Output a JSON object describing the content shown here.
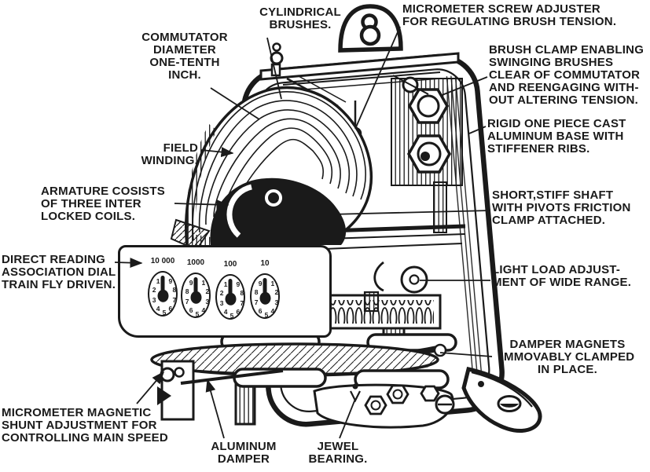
{
  "figure": {
    "ink": "#1a1a1a",
    "paper": "#ffffff",
    "subject": "watt-hour meter mechanism cutaway"
  },
  "labels": {
    "cylindrical_brushes": "CYLINDRICAL\nBRUSHES.",
    "micrometer_screw": "MICROMETER SCREW ADJUSTER\nFOR REGULATING BRUSH TENSION.",
    "commutator": "COMMUTATOR\nDIAMETER\nONE-TENTH\nINCH.",
    "brush_clamp": "BRUSH CLAMP ENABLING\nSWINGING BRUSHES\nCLEAR OF COMMUTATOR\nAND REENGAGING WITH-\nOUT ALTERING TENSION.",
    "rigid_base": "RIGID ONE PIECE CAST\nALUMINUM BASE WITH\nSTIFFENER RIBS.",
    "field_winding": "FIELD\nWINDING.",
    "armature": "ARMATURE COSISTS\nOF THREE INTER\nLOCKED COILS.",
    "short_shaft": "SHORT,STIFF SHAFT\nWITH PIVOTS FRICTION\nCLAMP ATTACHED.",
    "direct_reading": "DIRECT READING\nASSOCIATION DIAL\nTRAIN FLY DRIVEN.",
    "light_load": "LIGHT LOAD ADJUST-\nMENT OF WIDE RANGE.",
    "damper_magnets": "DAMPER MAGNETS\nIMMOVABLY CLAMPED\nIN PLACE.",
    "micrometer_magnetic": "MICROMETER MAGNETIC\nSHUNT ADJUSTMENT FOR\nCONTROLLING MAIN SPEED",
    "aluminum_damper": "ALUMINUM\nDAMPER",
    "jewel_bearing": "JEWEL\nBEARING."
  },
  "register": {
    "dials": [
      {
        "label": "10 000",
        "direction": "ccw"
      },
      {
        "label": "1000",
        "direction": "cw"
      },
      {
        "label": "100",
        "direction": "ccw"
      },
      {
        "label": "10",
        "direction": "cw"
      }
    ],
    "digits": [
      "1",
      "2",
      "3",
      "4",
      "5",
      "6",
      "7",
      "8",
      "9"
    ]
  }
}
